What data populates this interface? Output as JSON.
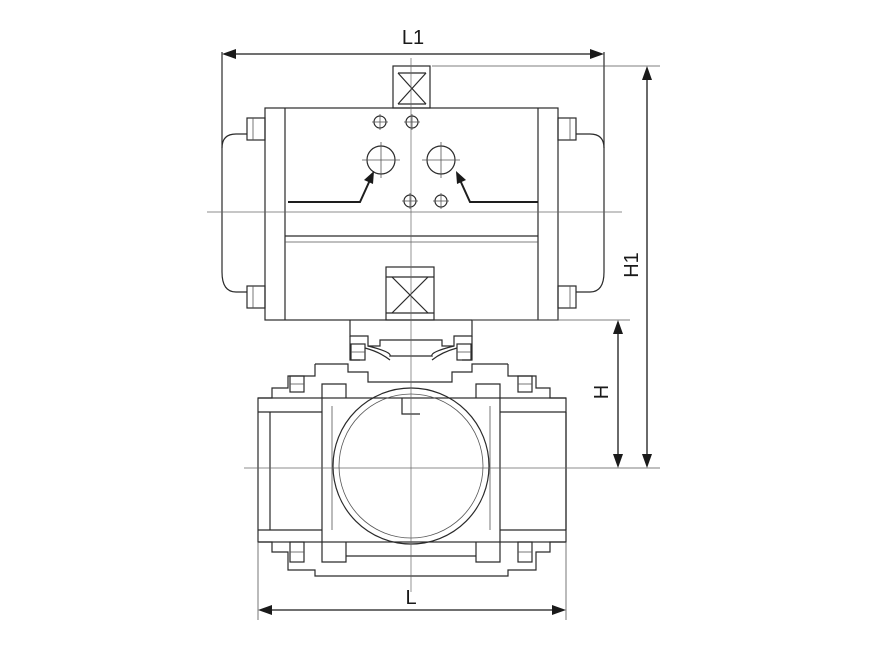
{
  "diagram": {
    "labels": {
      "overall_length": "L1",
      "overall_height": "H1",
      "center_height": "H",
      "body_length": "L"
    }
  }
}
